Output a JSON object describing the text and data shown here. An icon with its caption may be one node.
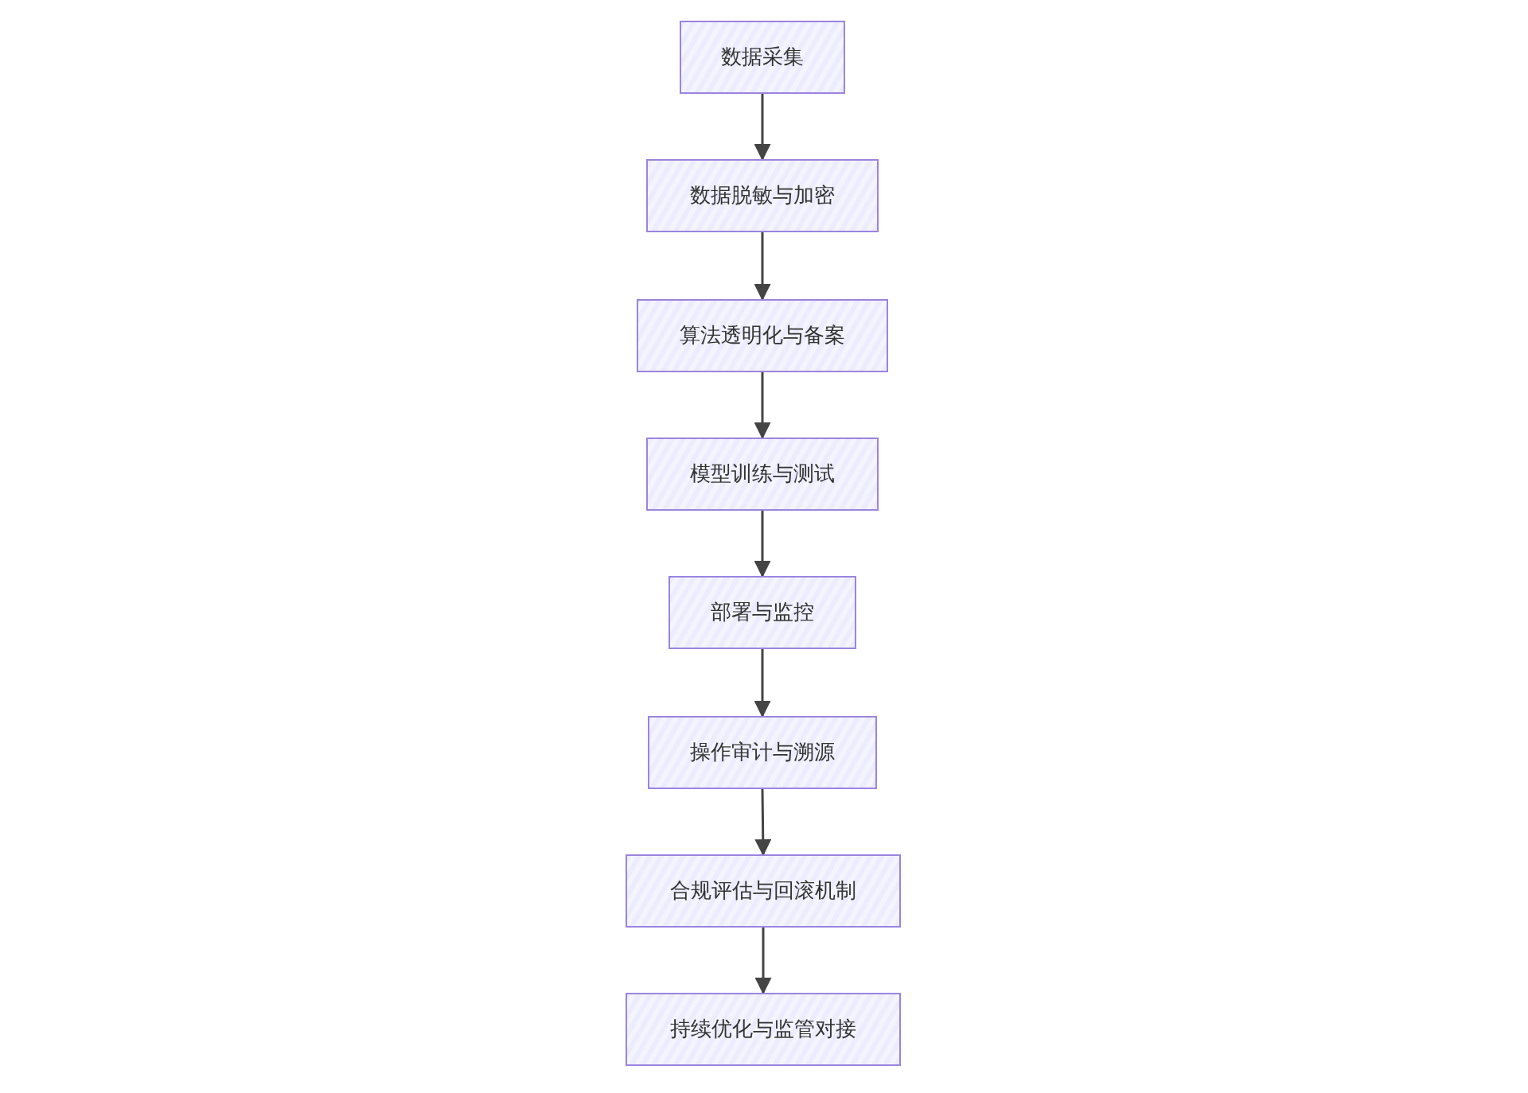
{
  "diagram": {
    "nodes": [
      {
        "text": [
          "数据采集"
        ]
      },
      {
        "text": [
          "数据脱敏与加密"
        ]
      },
      {
        "text": [
          "算法透明化与备案"
        ]
      },
      {
        "text": [
          "模型训练与测试"
        ]
      },
      {
        "text": [
          "部署与监控"
        ]
      },
      {
        "text": [
          "操作审计与溯源"
        ]
      },
      {
        "text": [
          "合规评估与回滚机制"
        ]
      },
      {
        "text": [
          "持续优化与监管对接"
        ]
      }
    ],
    "edges": [
      {
        "from": 0,
        "to": 1,
        "arrow": "to"
      },
      {
        "from": 1,
        "to": 2,
        "arrow": "to"
      },
      {
        "from": 2,
        "to": 3,
        "arrow": "to"
      },
      {
        "from": 3,
        "to": 4,
        "arrow": "to"
      },
      {
        "from": 4,
        "to": 5,
        "arrow": "to"
      },
      {
        "from": 5,
        "to": 6,
        "arrow": "to"
      },
      {
        "from": 6,
        "to": 7,
        "arrow": "to"
      }
    ]
  }
}
